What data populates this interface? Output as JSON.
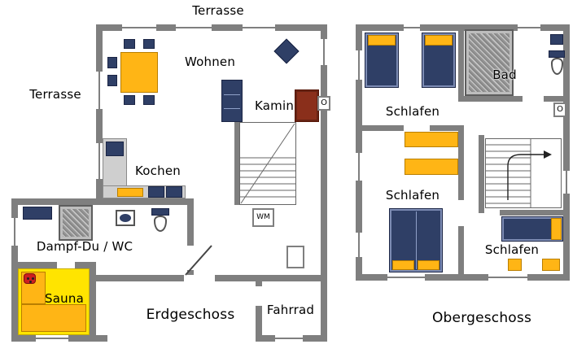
{
  "colors": {
    "wall": "#7f7f7f",
    "furniture_navy": "#2f3f66",
    "furniture_navy_light": "#7d8cb4",
    "accent_orange": "#ffb515",
    "sauna_yellow": "#ffe400",
    "kamin_brown": "#8a2f1b",
    "shower_gray": "#949494",
    "heater_red": "#cc2020",
    "text": "#000000"
  },
  "ground_floor": {
    "title": "Erdgeschoss",
    "terrasse_top": "Terrasse",
    "terrasse_left": "Terrasse",
    "wohnen": "Wohnen",
    "kamin": "Kamin",
    "kochen": "Kochen",
    "dampf_du_wc": "Dampf-Du / WC",
    "sauna": "Sauna",
    "fahrrad": "Fahrrad",
    "wm": "WM",
    "oven_marker": "O"
  },
  "upper_floor": {
    "title": "Obergeschoss",
    "schlafen_1": "Schlafen",
    "schlafen_2": "Schlafen",
    "schlafen_3": "Schlafen",
    "bad": "Bad",
    "oven_marker": "O"
  }
}
